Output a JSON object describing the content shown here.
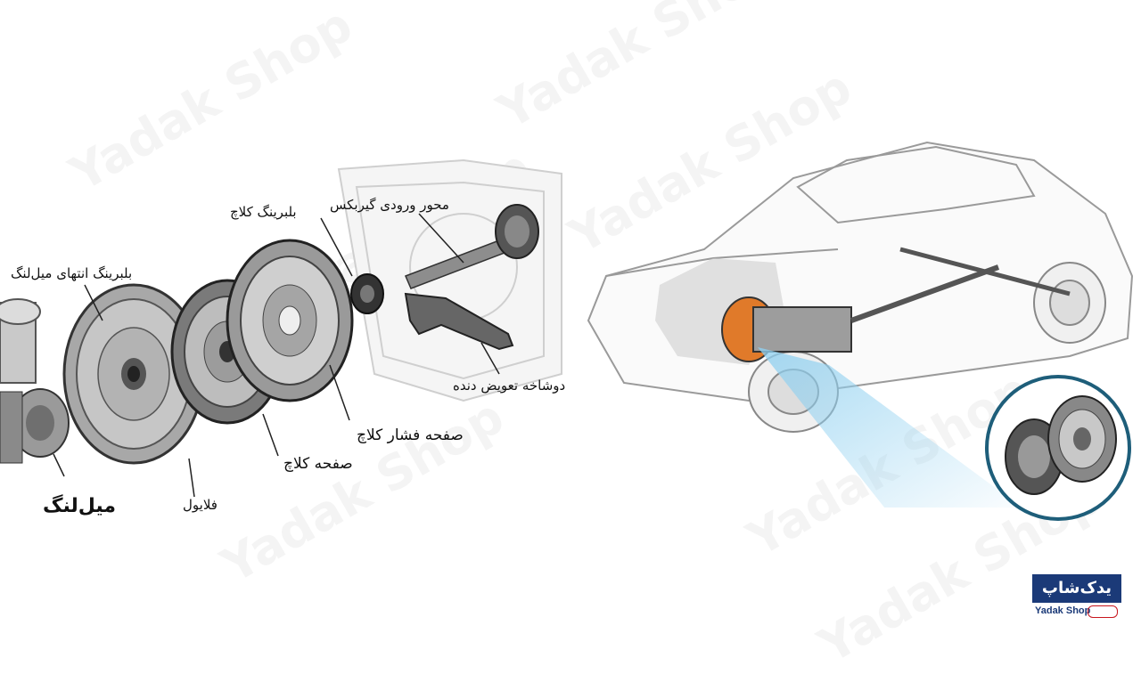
{
  "labels": {
    "input_shaft": "محور ورودی گیربکس",
    "clutch_bearing": "بلبرینگ کلاچ",
    "crank_end_bearing": "بلبرینگ انتهای میل‌لنگ",
    "shift_fork": "دوشاخه تعویض دنده",
    "pressure_plate": "صفحه فشار کلاچ",
    "clutch_disc": "صفحه کلاچ",
    "flywheel": "فلایول",
    "crankshaft": "میل‌لنگ"
  },
  "watermark": "Yadak Shop",
  "logo": {
    "name_fa": "یدک‌شاپ",
    "name_en": "Yadak Shop"
  },
  "colors": {
    "logo_blue": "#1b3a78",
    "logo_red": "#c8161e",
    "highlight_blue": "#8fd0f0",
    "clutch_orange": "#e07a2a"
  }
}
